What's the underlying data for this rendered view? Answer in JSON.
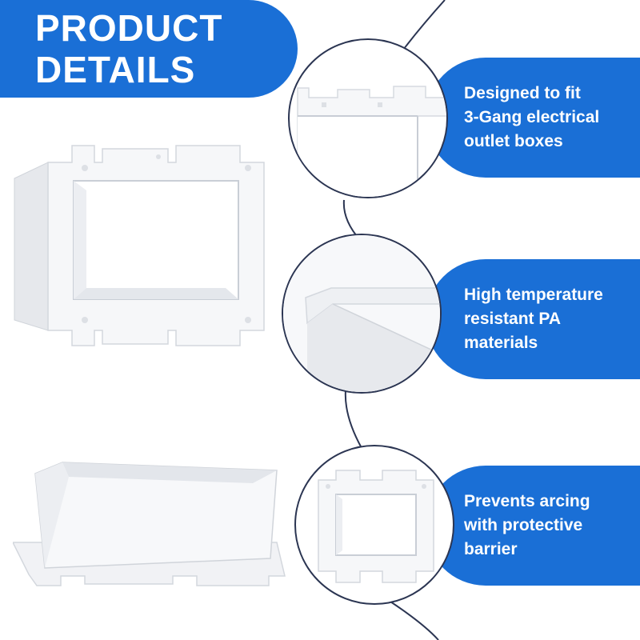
{
  "title": {
    "line1": "PRODUCT",
    "line2": "DETAILS"
  },
  "features": [
    {
      "lines": [
        "Designed to fit",
        "3-Gang electrical",
        "outlet boxes"
      ],
      "icon": "bracket-top-closeup"
    },
    {
      "lines": [
        "High temperature",
        "resistant PA",
        "materials"
      ],
      "icon": "corner-closeup"
    },
    {
      "lines": [
        "Prevents arcing",
        "with protective",
        "barrier"
      ],
      "icon": "bracket-front-closeup"
    }
  ],
  "colors": {
    "accent": "#1a6fd6",
    "outline": "#2b3552",
    "text_on_accent": "#ffffff",
    "product": "#f4f5f7"
  }
}
